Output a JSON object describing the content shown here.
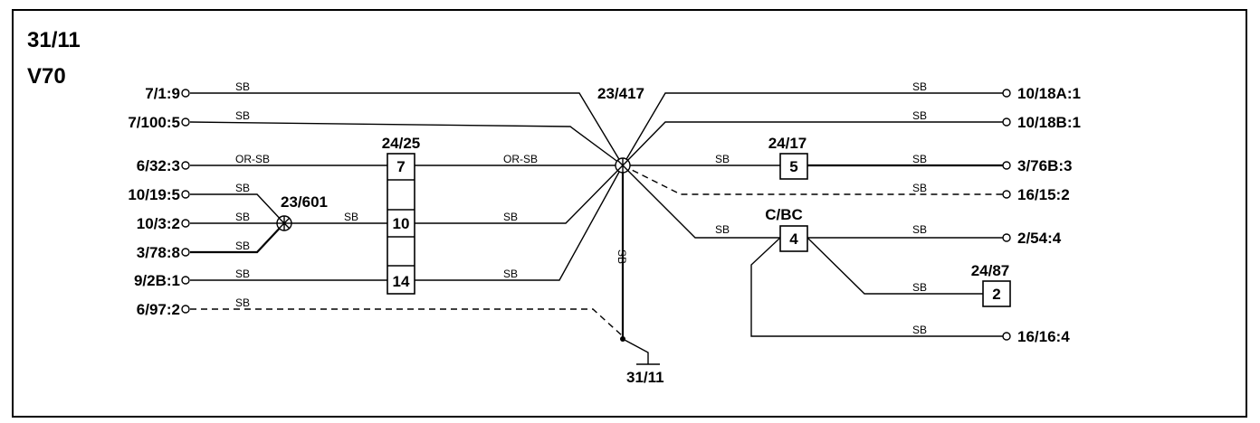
{
  "diagram": {
    "title": "31/11",
    "model": "V70",
    "left_terminals": [
      "7/1:9",
      "7/100:5",
      "6/32:3",
      "10/19:5",
      "10/3:2",
      "3/78:8",
      "9/2B:1",
      "6/97:2"
    ],
    "right_terminals": [
      "10/18A:1",
      "10/18B:1",
      "3/76B:3",
      "16/15:2",
      "2/54:4",
      "16/16:4"
    ],
    "splices": {
      "main": "23/417",
      "left": "23/601"
    },
    "connectors": {
      "c2425": {
        "name": "24/25",
        "pins": [
          "7",
          "10",
          "14"
        ]
      },
      "c2417": {
        "name": "24/17",
        "pin": "5"
      },
      "cbc": {
        "name": "C/BC",
        "pin": "4"
      },
      "c2487": {
        "name": "24/87",
        "pin": "2"
      }
    },
    "ground": "31/11",
    "wire_colors": {
      "sb": "SB",
      "or_sb": "OR-SB"
    }
  }
}
